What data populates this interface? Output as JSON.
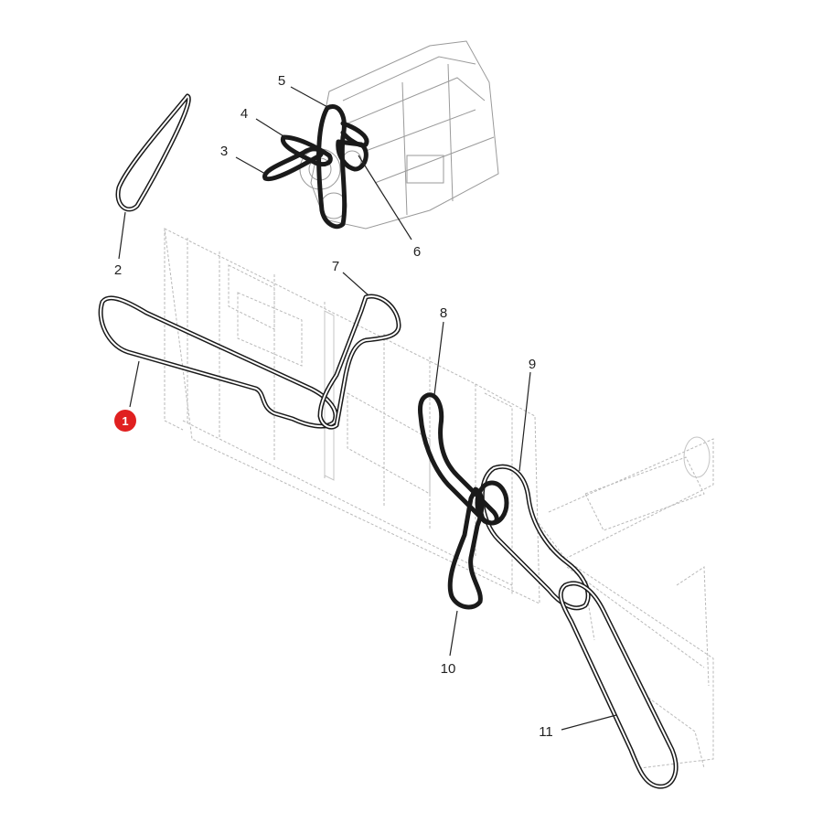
{
  "callouts": [
    {
      "id": "1",
      "label": "1",
      "highlighted": true
    },
    {
      "id": "2",
      "label": "2"
    },
    {
      "id": "3",
      "label": "3"
    },
    {
      "id": "4",
      "label": "4"
    },
    {
      "id": "5",
      "label": "5"
    },
    {
      "id": "6",
      "label": "6"
    },
    {
      "id": "7",
      "label": "7"
    },
    {
      "id": "8",
      "label": "8"
    },
    {
      "id": "9",
      "label": "9"
    },
    {
      "id": "10",
      "label": "10"
    },
    {
      "id": "11",
      "label": "11"
    }
  ],
  "colors": {
    "belt": "#1a1a1a",
    "frame": "#b9b9b9",
    "highlight_badge": "#e02020",
    "text": "#222222"
  }
}
